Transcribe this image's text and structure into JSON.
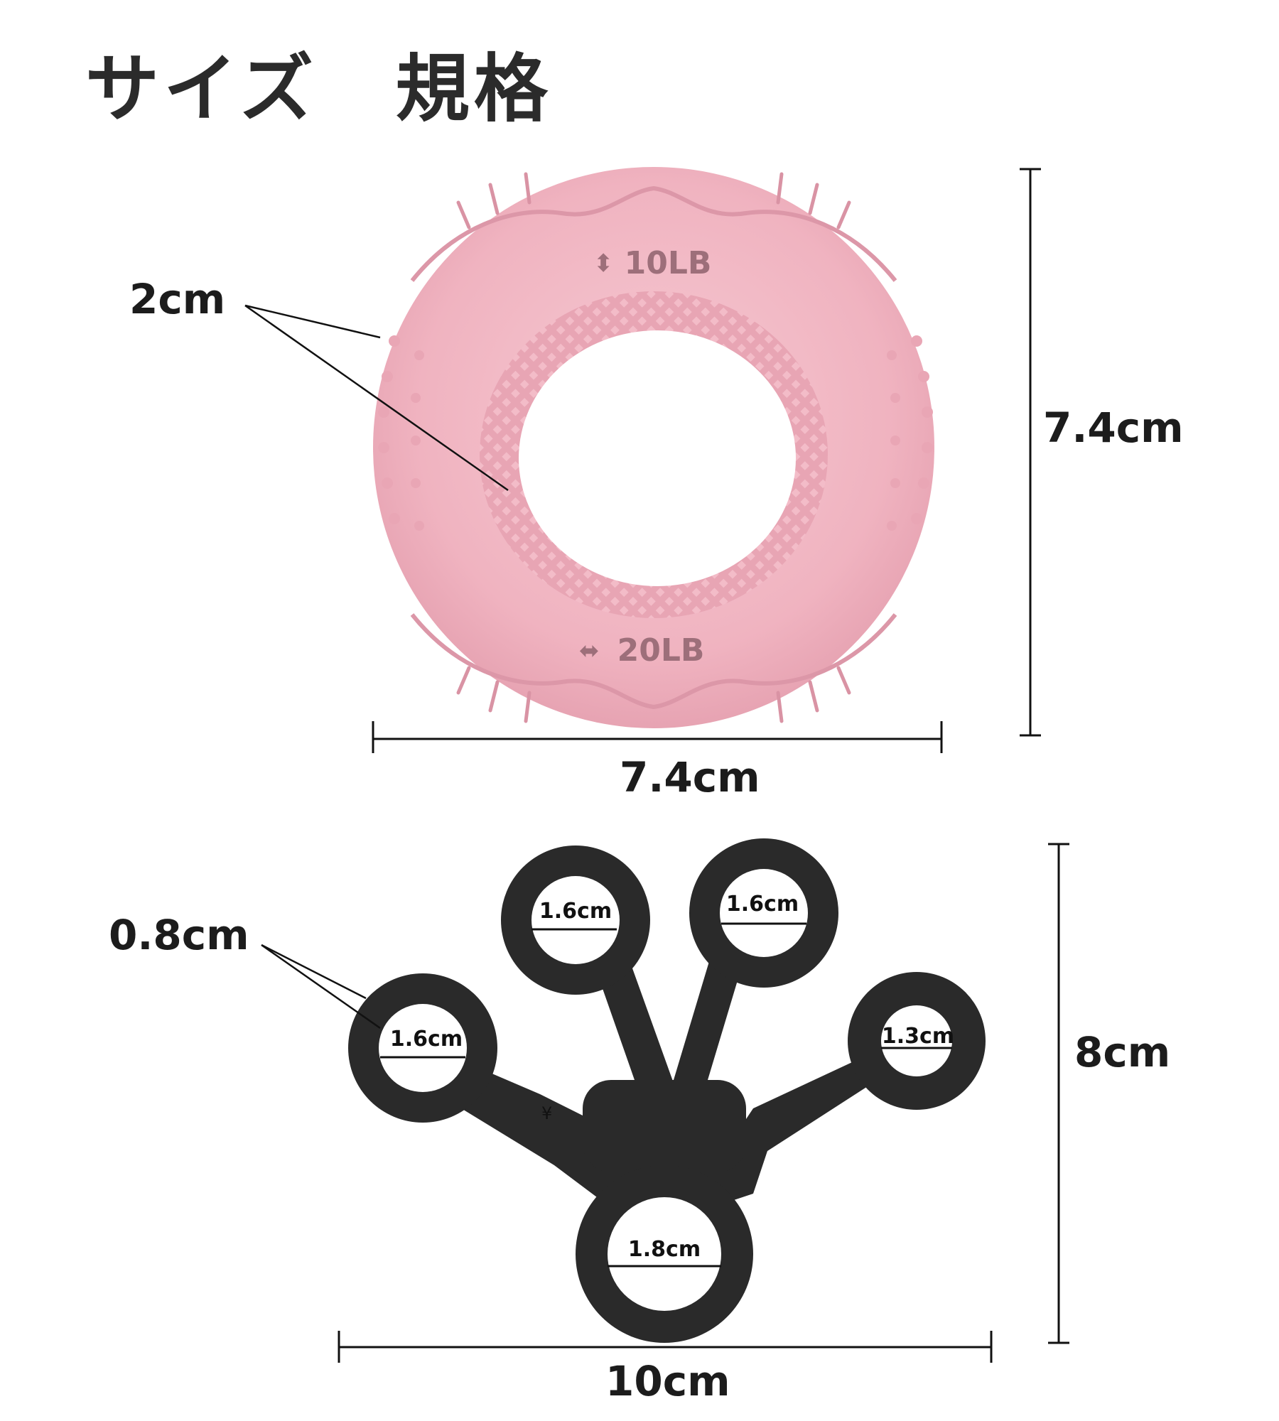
{
  "title": "サイズ　規格",
  "ring": {
    "color": "#f0b3c0",
    "top_label": "10LB",
    "bottom_label": "20LB",
    "thickness_label": "2cm",
    "height_label": "7.4cm",
    "width_label": "7.4cm"
  },
  "finger_stretcher": {
    "color": "#2a2a2a",
    "thickness_label": "0.8cm",
    "height_label": "8cm",
    "width_label": "10cm",
    "small_mark": "¥",
    "holes": [
      {
        "name": "left-finger",
        "label": "1.6cm"
      },
      {
        "name": "index-finger",
        "label": "1.6cm"
      },
      {
        "name": "middle-finger",
        "label": "1.6cm"
      },
      {
        "name": "pinky-finger",
        "label": "1.3cm"
      },
      {
        "name": "thumb",
        "label": "1.8cm"
      }
    ]
  }
}
